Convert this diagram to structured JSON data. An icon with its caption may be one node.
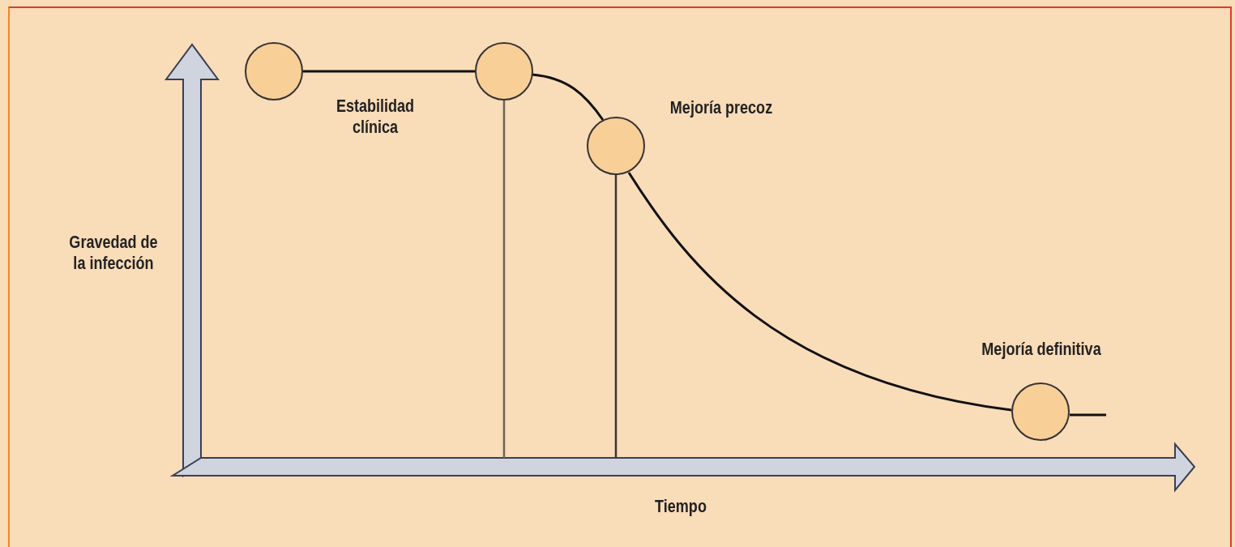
{
  "diagram": {
    "nodes": [
      {
        "text": [],
        "shape": "circle"
      },
      {
        "text": [],
        "shape": "circle"
      },
      {
        "text": [],
        "shape": "circle"
      },
      {
        "text": [],
        "shape": "circle"
      }
    ],
    "edges": [
      {
        "from": 0,
        "to": 1,
        "arrow": "none"
      },
      {
        "from": 1,
        "to": 2,
        "arrow": "none"
      },
      {
        "from": 2,
        "to": 3,
        "arrow": "none"
      }
    ],
    "labels": [
      "Estabilidad clínica",
      "Mejoría precoz",
      "Gravedad de la infección",
      "Mejoría definitiva",
      "Tiempo"
    ]
  }
}
